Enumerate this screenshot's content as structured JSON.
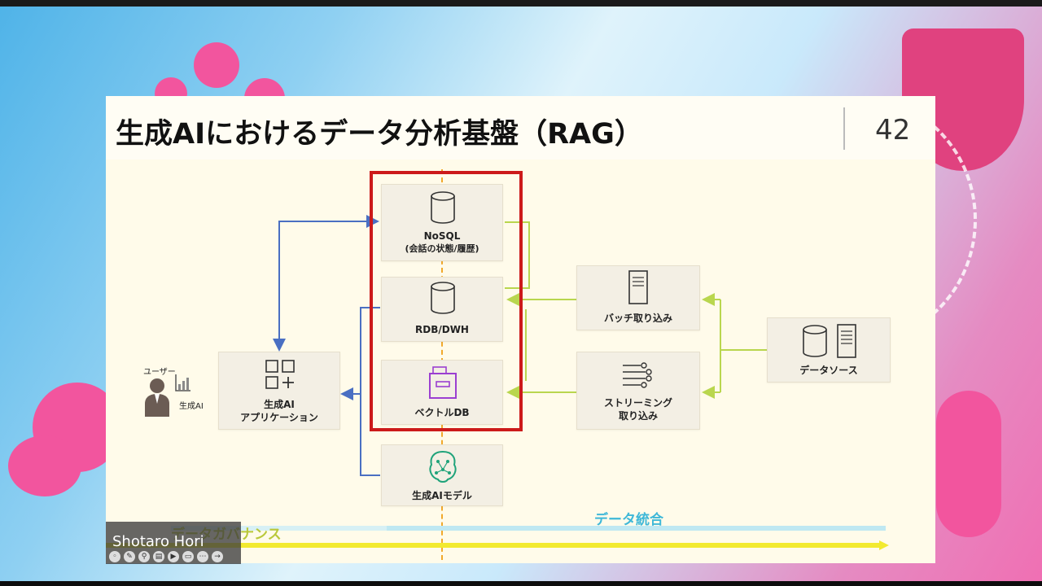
{
  "slide": {
    "title": "生成AIにおけるデータ分析基盤（RAG）",
    "page_number": "42"
  },
  "diagram": {
    "nosql": {
      "line1": "NoSQL",
      "line2": "(会話の状態/履歴)"
    },
    "rdb": {
      "label": "RDB/DWH"
    },
    "vectordb": {
      "label": "ベクトルDB"
    },
    "genai_model": {
      "label": "生成AIモデル"
    },
    "genai_app": {
      "line1": "生成AI",
      "line2": "アプリケーション"
    },
    "batch": {
      "label": "バッチ取り込み"
    },
    "streaming": {
      "line1": "ストリーミング",
      "line2": "取り込み"
    },
    "datasource": {
      "label": "データソース"
    },
    "user": {
      "user_label": "ユーザー",
      "ai_label": "生成AI"
    }
  },
  "bands": {
    "governance": "データガバナンス",
    "integration": "データ統合"
  },
  "presenter": {
    "name": "Shotaro Hori"
  },
  "colors": {
    "highlight": "#cc1a1a",
    "arrow_blue": "#4a6fc2",
    "arrow_green": "#b9d64e",
    "governance": "#f2ea30",
    "integration": "#3fb8d8",
    "center_dash": "#f1a92c"
  }
}
